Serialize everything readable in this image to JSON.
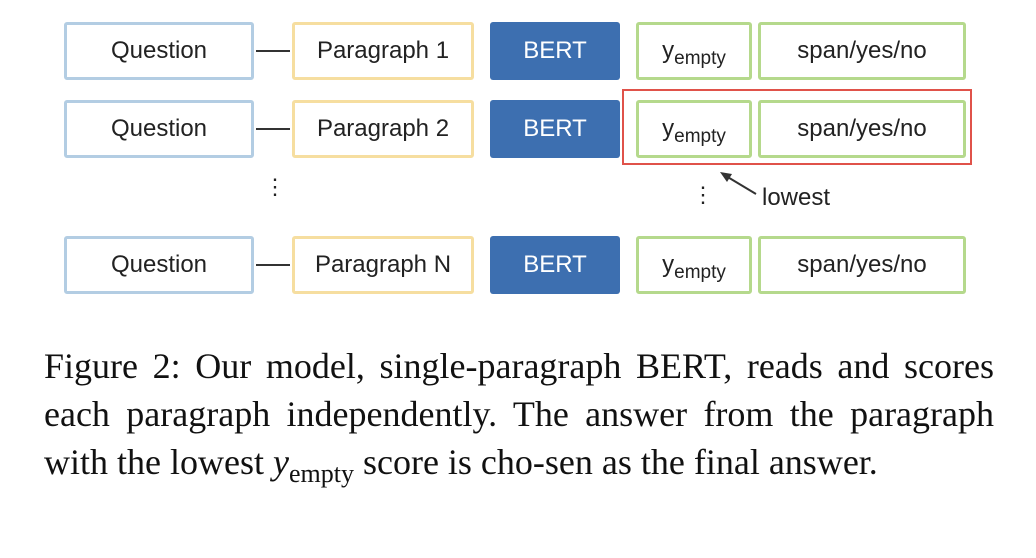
{
  "diagram": {
    "rows": [
      {
        "question": "Question",
        "paragraph": "Paragraph 1",
        "model": "BERT",
        "y_main": "y",
        "y_sub": "empty",
        "output": "span/yes/no"
      },
      {
        "question": "Question",
        "paragraph": "Paragraph 2",
        "model": "BERT",
        "y_main": "y",
        "y_sub": "empty",
        "output": "span/yes/no"
      },
      {
        "question": "Question",
        "paragraph": "Paragraph N",
        "model": "BERT",
        "y_main": "y",
        "y_sub": "empty",
        "output": "span/yes/no"
      }
    ],
    "ellipsis": "⋮",
    "annotation": "lowest",
    "highlight_color": "#e0524a"
  },
  "caption": {
    "prefix": "Figure 2: Our model, single-paragraph BERT, reads and scores each paragraph independently. The answer from the paragraph with the lowest",
    "math_main": "y",
    "math_sub": "empty",
    "suffix": "score is cho-sen as the final answer."
  }
}
